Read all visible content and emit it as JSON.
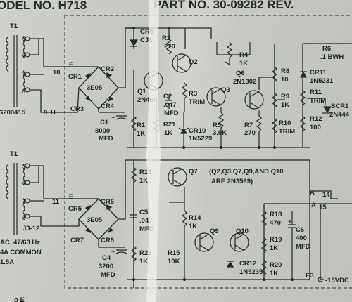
{
  "header": {
    "model": "ODEL NO. H718",
    "part": "PART NO.  30-09282  REV."
  },
  "transformers": {
    "t1a": "T1",
    "t1b": "T1",
    "pins": [
      "5",
      "6",
      "7",
      "8"
    ],
    "part_label": "S200415"
  },
  "upper": {
    "cr9": "CR9",
    "cj1": "CJ1",
    "r2": "R2",
    "r2v": "270",
    "q2": "Q2",
    "q1": "Q1",
    "q1p": "2N464",
    "c2": "C2",
    "c2v": ".047",
    "c2u": "MFD",
    "r3": "R3",
    "r3v": "TRIM",
    "q3": "Q3",
    "r4": "R4",
    "r4v": "1K",
    "q6": "Q6",
    "q6p": "2N1302",
    "r8": "R8",
    "r8v": "10",
    "r9": "R9",
    "r9v": "1K",
    "r10": "R10",
    "r10v": "TRIM",
    "r6": "R6",
    "r6v": ".1 BWH",
    "cr11": "CR11",
    "cr11p": "1N5231",
    "r11": "R11",
    "r11v": "TRIM",
    "r12": "R12",
    "r12v": "100",
    "scr1": "SCR1",
    "scr1p": "2N444",
    "r1": "R1",
    "r1v": "1K",
    "r21": "R21",
    "r21v": "1K",
    "cr10": "CR10",
    "cr10p": "1N5229",
    "r5": "R5",
    "r5v": "3.9K",
    "r7": "R7",
    "r7v": "270",
    "bridge1": {
      "cr1": "CR1",
      "cr2": "CR2",
      "cr3": "CR3",
      "cr4": "CR4",
      "part": "3E05"
    },
    "c1": "C1",
    "c1v": "8000",
    "c1u": "MFD",
    "t10": "10",
    "tf": "F",
    "t9": "9",
    "th": "H"
  },
  "lower": {
    "r13": "R13",
    "r13v": "1K",
    "q7": "Q7",
    "note1": "(Q2,Q3,Q7,Q9,AND Q10",
    "note2": "ARE 2N3569)",
    "c5": "C5",
    "c5v": ".047",
    "c5u": "MFD",
    "r14": "R14",
    "r14v": "1K",
    "q9": "Q9",
    "q10": "Q10",
    "r18": "R18",
    "r18v": "470",
    "r19": "R19",
    "r19v": "1K",
    "c6": "C6",
    "c6v": "400",
    "c6u": "MFD",
    "r20": "R20",
    "r20v": "1K",
    "r22": "R22",
    "r22v": "1K",
    "r15": "R15",
    "r15v": "10K",
    "cr12": "CR12",
    "cr12p": "1N5235",
    "b": "B",
    "a": "A",
    "t14": "14",
    "t15": "15",
    "e3": "E3",
    "neg15": "-15VDC",
    "bridge2": {
      "cr5": "CR5",
      "cr6": "CR6",
      "cr7": "CR7",
      "cr8": "CR8",
      "part": "3E05"
    },
    "c4": "C4",
    "c4v": "3200",
    "c4u": "MFD",
    "t11": "11",
    "te": "E",
    "t12": "J3-12",
    "spec1": "AC, 47/63 Hz",
    "spec2": "4A  COMMON",
    "spec3": "1.5A",
    "corner": "o  E"
  }
}
